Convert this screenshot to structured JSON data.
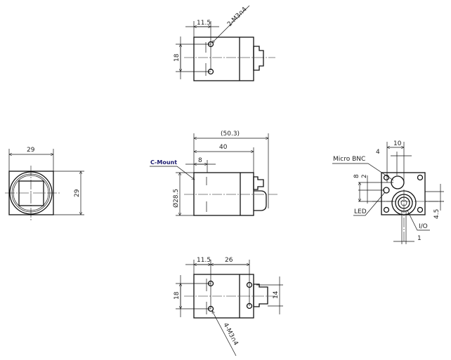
{
  "top_view": {
    "dim_offset": "11.5",
    "dim_height": "18",
    "callout": "2-M3∩4"
  },
  "side_view": {
    "dim_overall": "(50.3)",
    "dim_body": "40",
    "dim_mount": "8",
    "dim_diameter": "Ø28.5",
    "label_mount": "C-Mount"
  },
  "front_view": {
    "dim_width": "29",
    "dim_height": "29"
  },
  "rear_view": {
    "dim_10": "10",
    "dim_4": "4",
    "dim_8": "8",
    "dim_2": "2",
    "dim_4_5": "4.5",
    "dim_1": "1",
    "label_bnc": "Micro BNC",
    "label_led": "LED",
    "label_io": "I/O"
  },
  "bottom_view": {
    "dim_offset": "11.5",
    "dim_spacing": "26",
    "dim_height": "18",
    "dim_connector": "14",
    "callout": "4-M3∩4"
  }
}
